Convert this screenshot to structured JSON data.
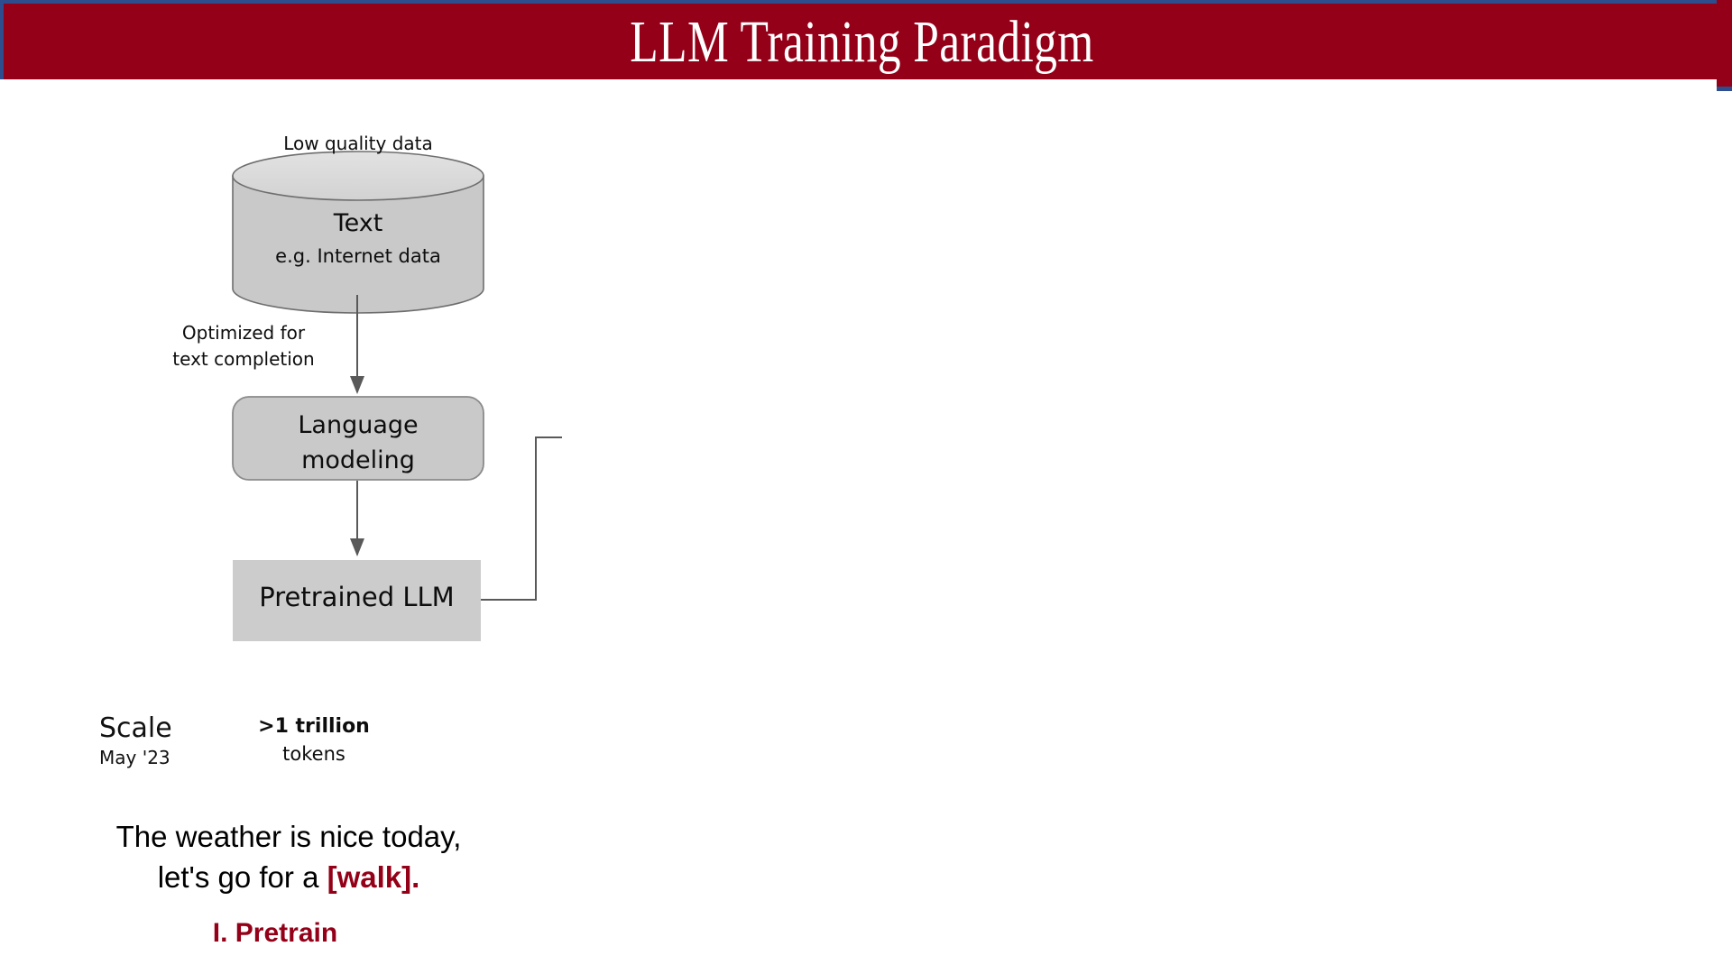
{
  "slide": {
    "title": "LLM Training Paradigm",
    "banner_color": "#930018",
    "banner_accent_color": "#2e4d8e"
  },
  "diagram": {
    "caption_above_source": "Low quality data",
    "source_node": {
      "shape": "cylinder",
      "title": "Text",
      "subtitle": "e.g. Internet data",
      "fill": "#c9c9c9"
    },
    "edge_annotation_line1": "Optimized for",
    "edge_annotation_line2": "text completion",
    "process_node": {
      "shape": "rounded-rect",
      "line1": "Language",
      "line2": "modeling",
      "fill": "#c9c9c9"
    },
    "output_node": {
      "shape": "rect",
      "label": "Pretrained LLM",
      "fill": "#cccccc"
    }
  },
  "scale": {
    "title": "Scale",
    "date": "May '23",
    "value": ">1 trillion",
    "unit": "tokens"
  },
  "example": {
    "line1": "The weather is nice today,",
    "line2_prefix": "let's go for a ",
    "line2_highlight": "[walk].",
    "highlight_color": "#930018"
  },
  "stage": {
    "label": "I. Pretrain",
    "color": "#930018"
  }
}
